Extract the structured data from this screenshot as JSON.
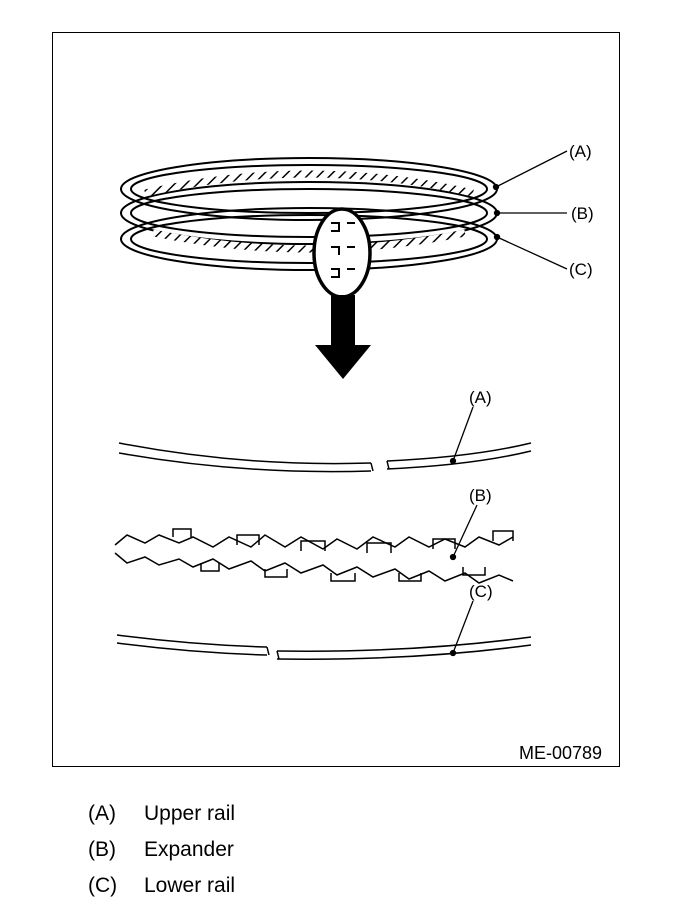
{
  "figure": {
    "code": "ME-00789",
    "callouts": {
      "a": "(A)",
      "b": "(B)",
      "c": "(C)"
    }
  },
  "legend": [
    {
      "key": "(A)",
      "text": "Upper rail"
    },
    {
      "key": "(B)",
      "text": "Expander"
    },
    {
      "key": "(C)",
      "text": "Lower rail"
    }
  ]
}
